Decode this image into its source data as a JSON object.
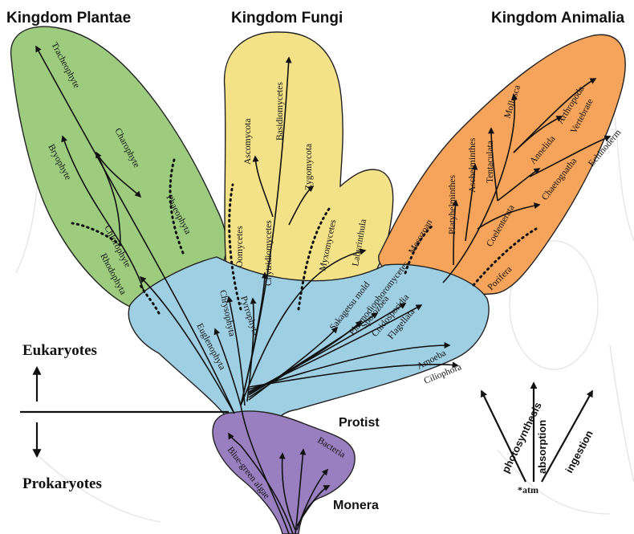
{
  "kingdoms": {
    "plantae": "Kingdom Plantae",
    "fungi": "Kingdom Fungi",
    "animalia": "Kingdom Animalia"
  },
  "groups": {
    "protist": "Protist",
    "monera": "Monera"
  },
  "divide": {
    "eukaryotes": "Eukaryotes",
    "prokaryotes": "Prokaryotes"
  },
  "taxa": {
    "plantae": [
      "Tracheophyte",
      "Bryophyte",
      "Charophyte",
      "Phaeophyta",
      "Chlorophyte",
      "Rhodophyta"
    ],
    "fungi": [
      "Basidiomycetes",
      "Ascomycota",
      "Zygomycota",
      "Oomycetes",
      "Chytridiomycetes",
      "Myxomycetes",
      "Labyrinthula"
    ],
    "animalia": [
      "Mollusca",
      "Arthropoda",
      "Vertebrate",
      "Echinoderm",
      "Annelida",
      "Chaetognatha",
      "Tentaculata",
      "Aschelminthes",
      "Platyhelminthes",
      "Mesozoan",
      "Coelenterata",
      "Porifera"
    ],
    "protist": [
      "Euglenophyta",
      "Chrysophyta",
      "Pyrrophyta",
      "Sakagetsu mold",
      "Plasmodiophoromycetes",
      "Sporozoea",
      "Cnidosporidia",
      "Flagellata",
      "Amoeba",
      "Ciliophora"
    ],
    "monera": [
      "Blue-green algae",
      "Bacteria"
    ]
  },
  "modes": {
    "photosynthesis": "photosynthesis",
    "absorption": "absorption",
    "ingestion": "ingestion",
    "origin": "*atm"
  },
  "colors": {
    "plantae": "#9dcc7f",
    "fungi": "#f3e288",
    "animalia": "#f6a45b",
    "protist": "#9fcfe3",
    "monera": "#9a7fc0",
    "outline": "#222222"
  }
}
